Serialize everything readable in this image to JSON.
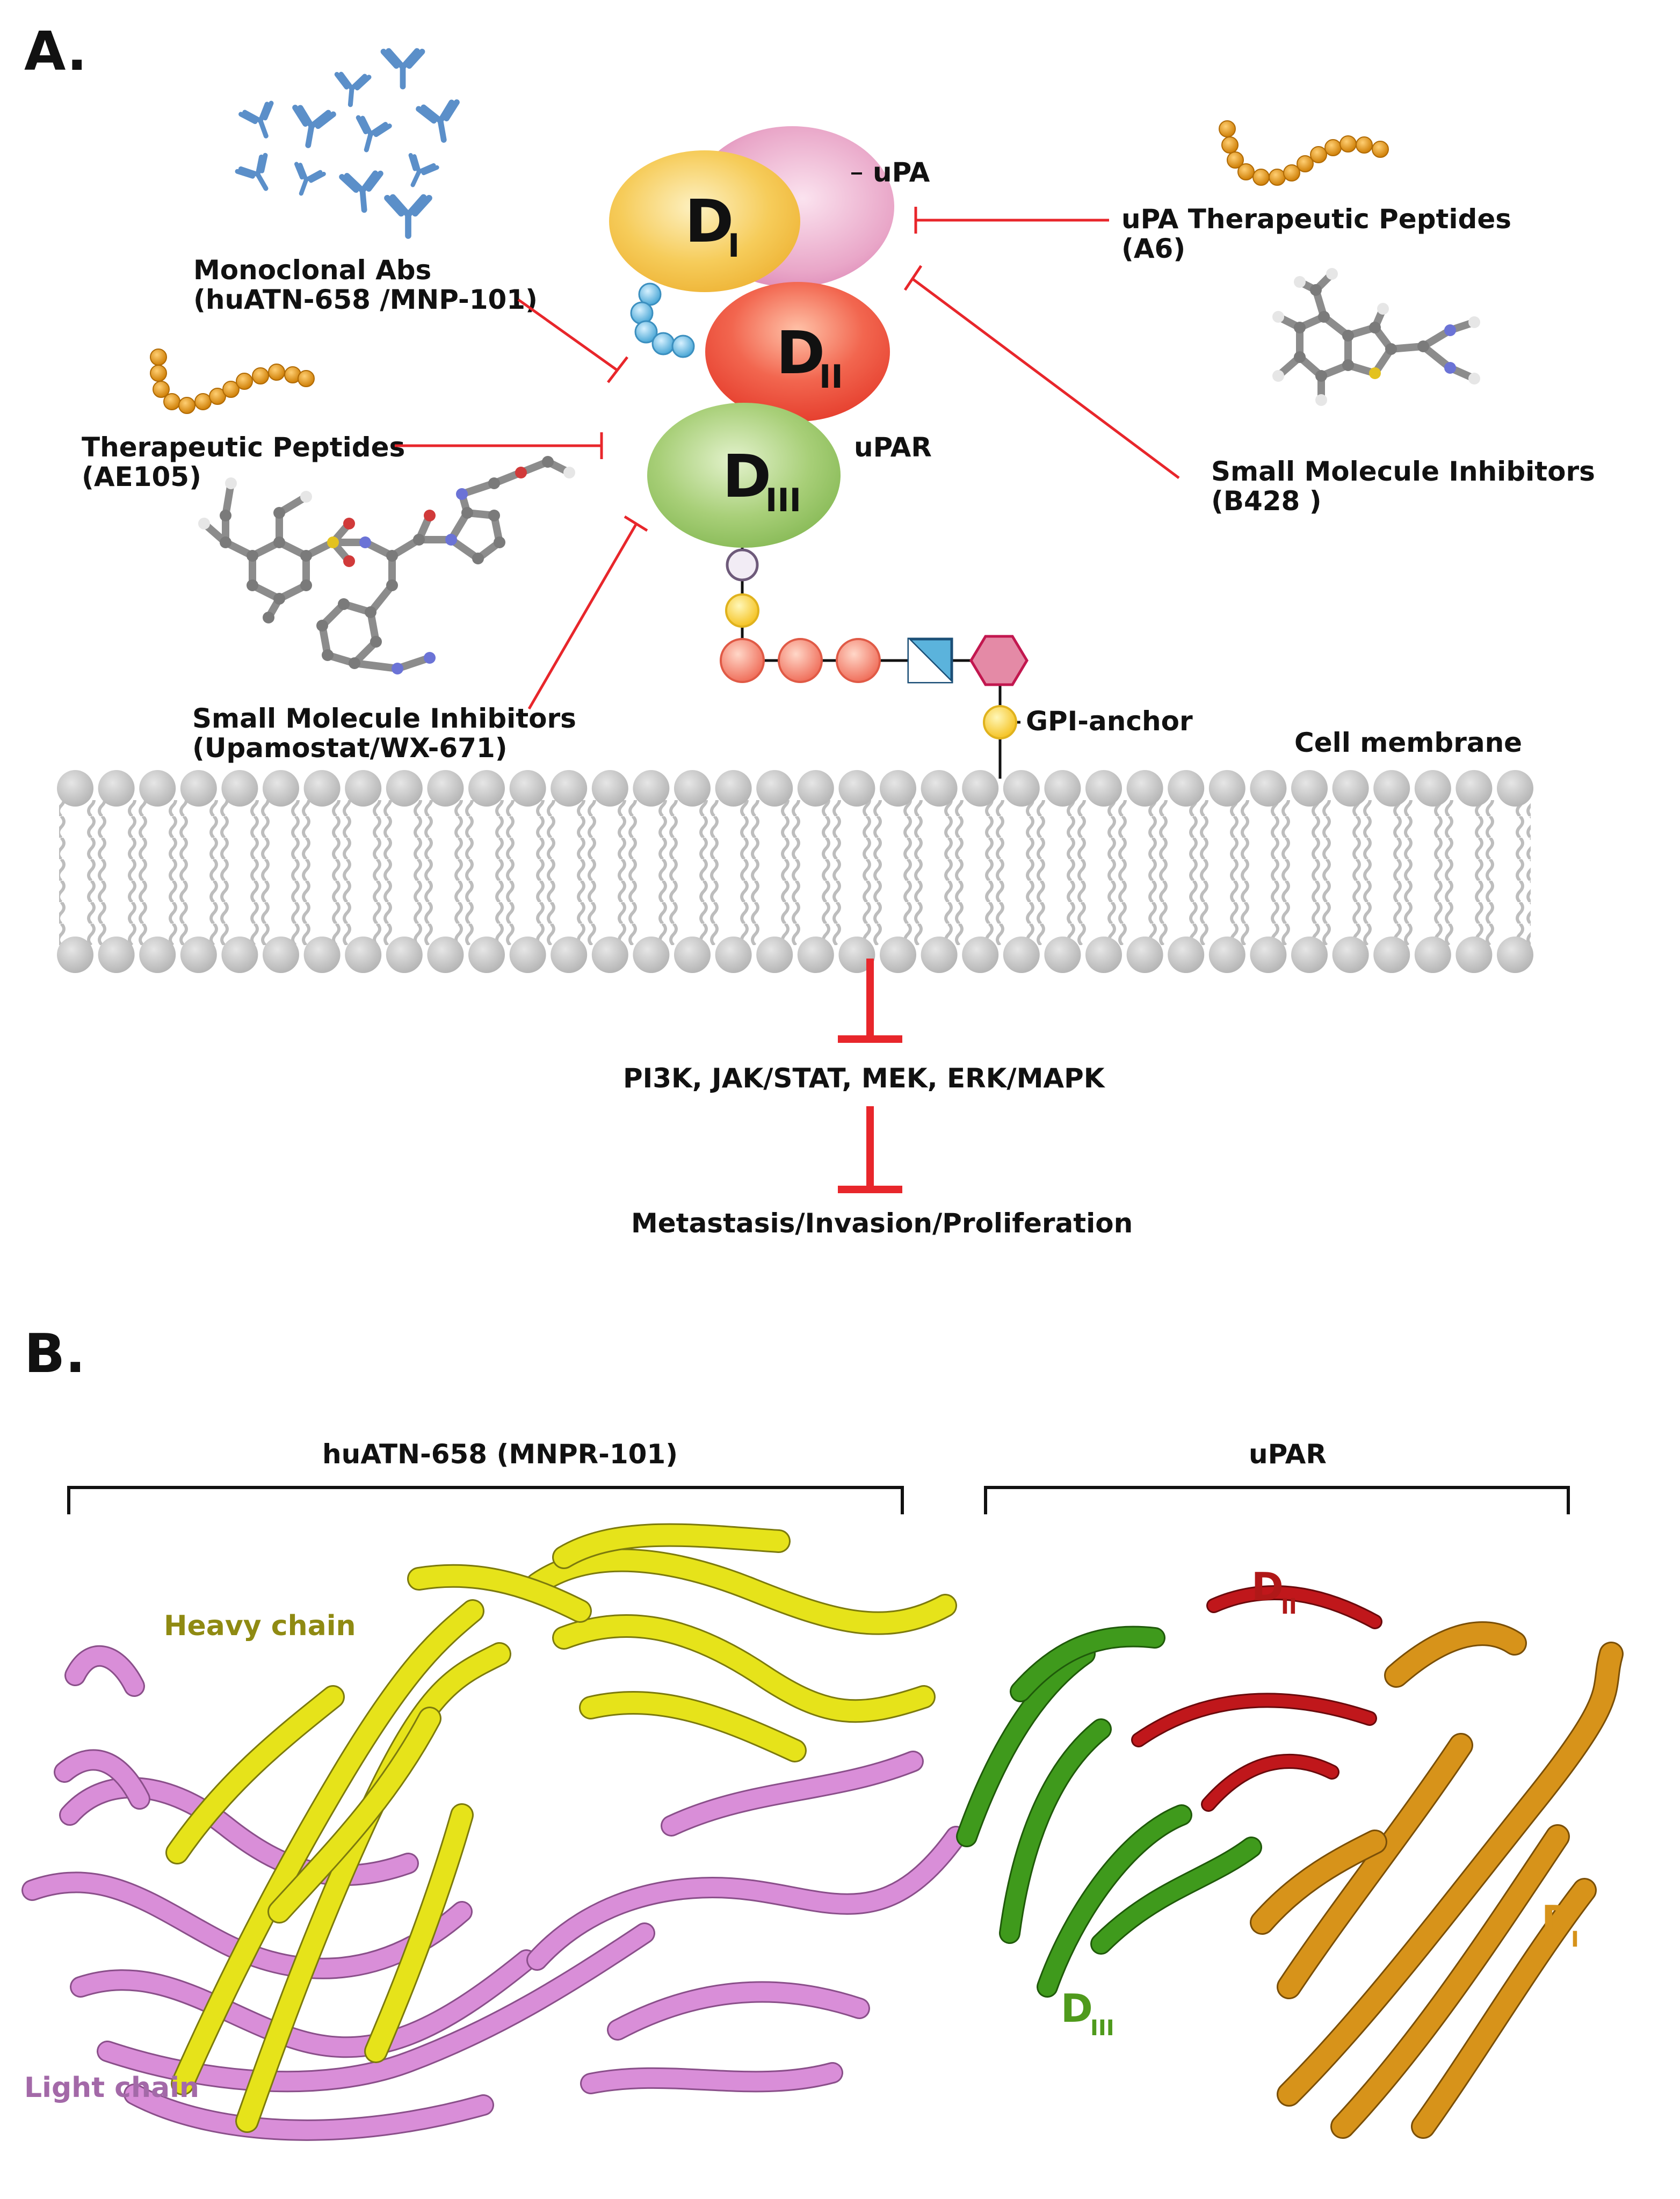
{
  "panels": {
    "a": "A.",
    "b": "B."
  },
  "labels": {
    "upa": "uPA",
    "upar": "uPAR",
    "gpi_anchor": "GPI-anchor",
    "cell_membrane": "Cell membrane",
    "pathways": "PI3K, JAK/STAT, MEK, ERK/MAPK",
    "outcomes": "Metastasis/Invasion/Proliferation"
  },
  "domains": {
    "d1": {
      "base": "D",
      "sub": "I"
    },
    "d2": {
      "base": "D",
      "sub": "II"
    },
    "d3": {
      "base": "D",
      "sub": "III"
    }
  },
  "inhibitors": {
    "mabs": {
      "line1": "Monoclonal Abs",
      "line2": "(huATN-658 /MNP-101)"
    },
    "peptides": {
      "line1": "Therapeutic Peptides",
      "line2": "(AE105)"
    },
    "sm_left": {
      "line1": "Small Molecule Inhibitors",
      "line2": "(Upamostat/WX-671)"
    },
    "upa_peptides": {
      "line1": "uPA Therapeutic Peptides",
      "line2": "(A6)"
    },
    "sm_right": {
      "line1": "Small Molecule Inhibitors",
      "line2": "(B428 )"
    }
  },
  "structure": {
    "antibody_title": "huATN-658 (MNPR-101)",
    "upar_title": "uPAR",
    "heavy_chain": "Heavy chain",
    "light_chain": "Light chain"
  },
  "colors": {
    "inhibition": "#e8262b",
    "d1": "#f5c84a",
    "d2": "#ee5b4a",
    "d3": "#9fc86f",
    "upa": "#e79ac4",
    "peptide": "#d98a10",
    "antibody_icon": "#5b8fc9",
    "membrane": "#c7c7c7",
    "heavy_chain": "#e6e31a",
    "light_chain": "#d98ed8",
    "ribbon_d1": "#d7931a",
    "ribbon_d2": "#c0171b",
    "ribbon_d3": "#3f9a1c",
    "heavy_label": "#8f8a12",
    "light_label": "#a369a8",
    "d1_label": "#d7931a",
    "d2_label": "#b01818",
    "d3_label": "#4f9a1c"
  }
}
